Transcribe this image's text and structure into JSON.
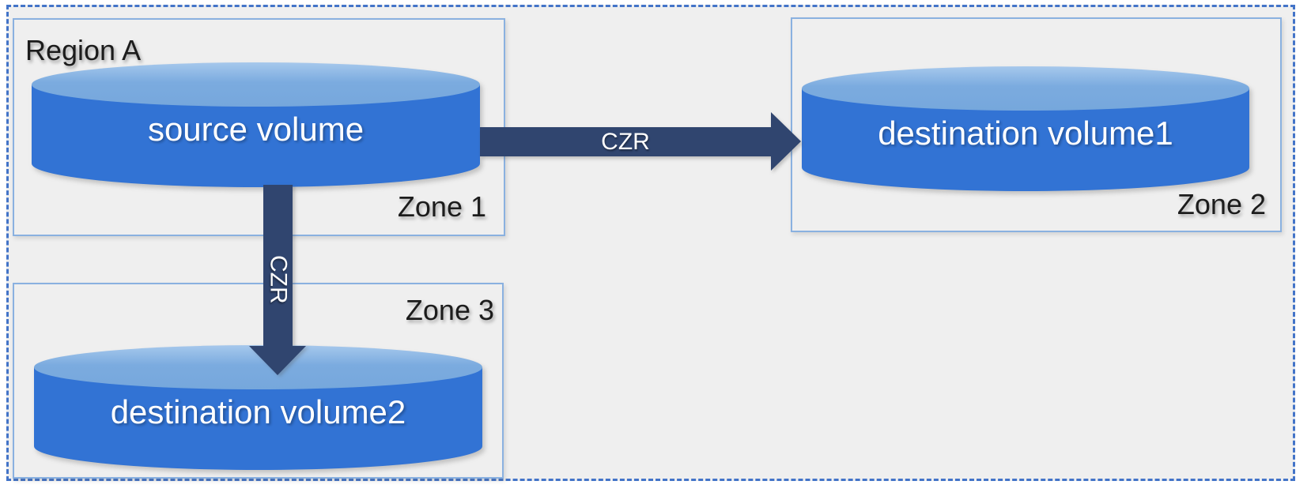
{
  "diagram": {
    "region_label": "Region A",
    "zones": [
      {
        "id": "zone1",
        "label": "Zone 1",
        "volume": "source volume"
      },
      {
        "id": "zone2",
        "label": "Zone 2",
        "volume": "destination volume1"
      },
      {
        "id": "zone3",
        "label": "Zone 3",
        "volume": "destination volume2"
      }
    ],
    "arrows": [
      {
        "id": "czr-horizontal",
        "label": "CZR",
        "from": "source volume",
        "to": "destination volume1",
        "direction": "right"
      },
      {
        "id": "czr-vertical",
        "label": "CZR",
        "from": "source volume",
        "to": "destination volume2",
        "direction": "down"
      }
    ],
    "colors": {
      "canvas_bg": "#efefef",
      "region_border": "#4374c8",
      "zone_border": "#8ab1e0",
      "cylinder_body": "#3273d4",
      "cylinder_top": "#7babdf",
      "arrow": "#30456f",
      "label_dark": "#1c1c1c",
      "label_light": "#ffffff"
    }
  }
}
